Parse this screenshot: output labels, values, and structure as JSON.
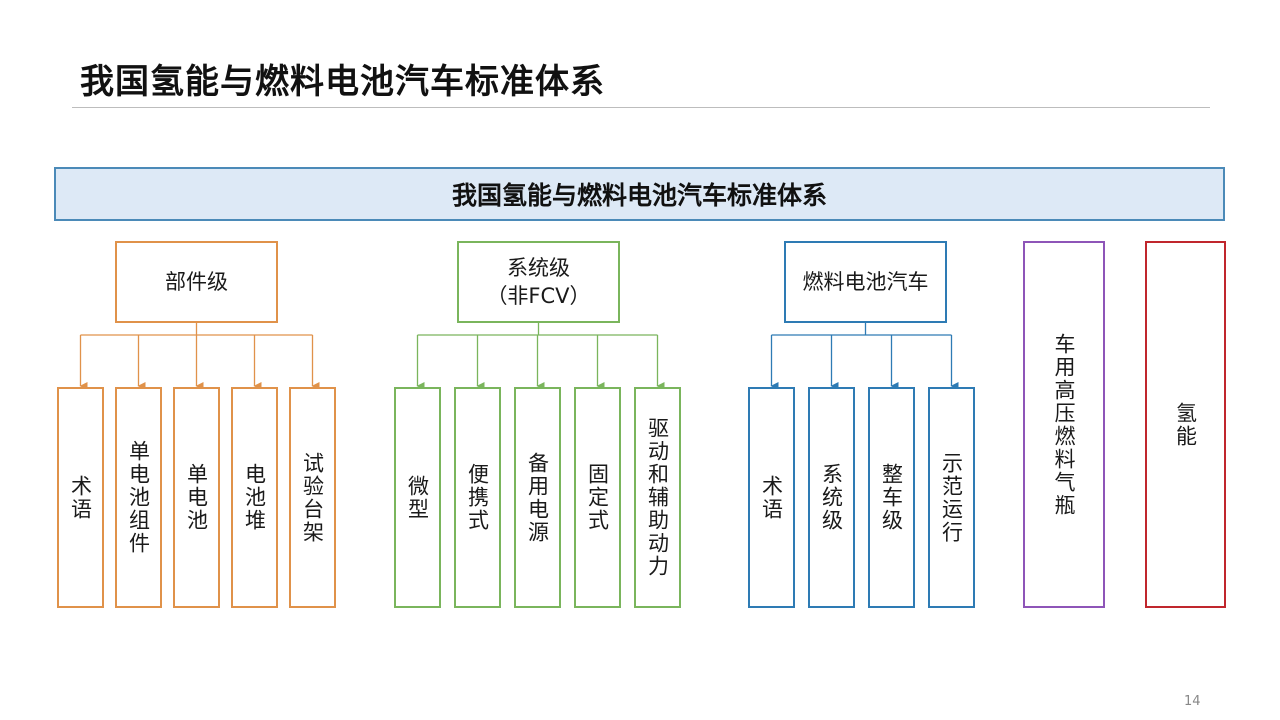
{
  "slide": {
    "title": "我国氢能与燃料电池汽车标准体系",
    "page_number": "14"
  },
  "diagram": {
    "banner": "我国氢能与燃料电池汽车标准体系",
    "groups": [
      {
        "label_line1": "部件级",
        "label_line2": "",
        "color": "#e0924a",
        "children": [
          "术语",
          "单电池组件",
          "单电池",
          "电池堆",
          "试验台架"
        ]
      },
      {
        "label_line1": "系统级",
        "label_line2": "（非FCV）",
        "color": "#7ab55c",
        "children": [
          "微型",
          "便携式",
          "备用电源",
          "固定式",
          "驱动和辅助动力"
        ]
      },
      {
        "label_line1": "燃料电池汽车",
        "label_line2": "",
        "color": "#2e7bb4",
        "children": [
          "术语",
          "系统级",
          "整车级",
          "示范运行"
        ]
      }
    ],
    "standalone": [
      {
        "label": "车用高压燃料气瓶",
        "color": "#8e55b8"
      },
      {
        "label": "氢能",
        "color": "#c0262d"
      }
    ]
  }
}
